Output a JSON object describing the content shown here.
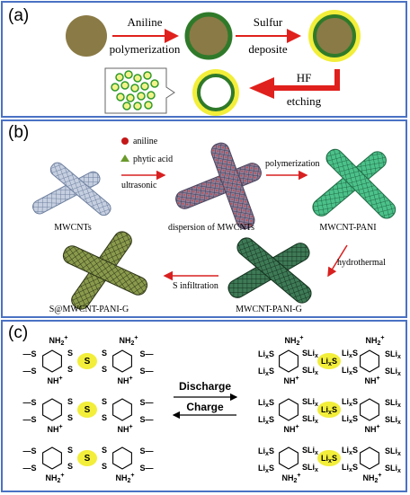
{
  "panel_a": {
    "label": "(a)",
    "step1_top": "Aniline",
    "step1_bottom": "polymerization",
    "step2_top": "Sulfur",
    "step2_bottom": "deposite",
    "step3_top": "HF",
    "step3_bottom": "etching"
  },
  "panel_b": {
    "label": "(b)",
    "legend_aniline": "aniline",
    "legend_phytic": "phytic acid",
    "arrow1_label": "ultrasonic",
    "arrow2_label": "polymerization",
    "arrow3_label": "hydrothermal",
    "arrow4_label": "S infiltration",
    "cap_mwcnts": "MWCNTs",
    "cap_dispersion": "dispersion of MWCNTs",
    "cap_pani": "MWCNT-PANI",
    "cap_panig": "MWCNT-PANI-G",
    "cap_spanig": "S@MWCNT-PANI-G"
  },
  "panel_c": {
    "label": "(c)",
    "discharge": "Discharge",
    "charge": "Charge",
    "s": "S",
    "lis_prefix": "Li",
    "lis_sub": "x",
    "lis_suffix": "S",
    "nh2": "NH",
    "nh": "NH",
    "sli": "SLi",
    "lixs": "Li",
    "dash_s": "S"
  },
  "colors": {
    "border": "#4a72c4",
    "arrow_red": "#e0201c",
    "core_olive": "#8a7a45",
    "pani_green": "#2f7a2a",
    "sulfur_yellow": "#f2ee3a",
    "tube_blue": "#8b9ec0",
    "tube_green": "#2f9a62",
    "tube_dark": "#2c5a3c",
    "tube_olive": "#5d6a30"
  }
}
